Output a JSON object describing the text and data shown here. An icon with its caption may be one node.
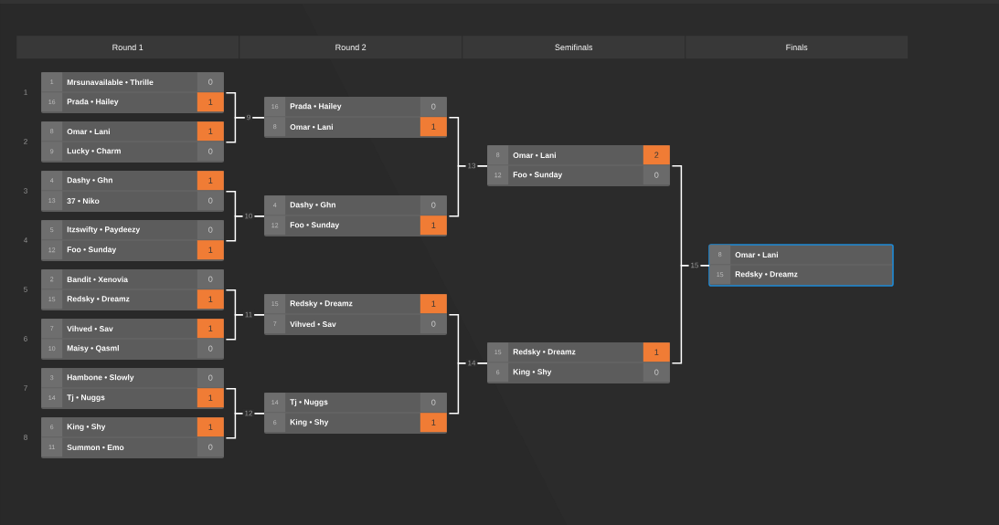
{
  "diagram": {
    "nodes": [
      {
        "text": [
          "Round 1"
        ]
      },
      {
        "text": [
          "Round 2"
        ]
      },
      {
        "text": [
          "Semifinals"
        ]
      },
      {
        "text": [
          "Finals"
        ]
      },
      {
        "text": [],
        "shape": "box",
        "beside": [
          "1"
        ]
      },
      {
        "text": [
          "1",
          "Mrsunavailable • Thrille",
          "0"
        ],
        "in": 4
      },
      {
        "text": [
          "16",
          "Prada • Hailey",
          "1"
        ],
        "in": 4
      },
      {
        "text": [],
        "shape": "box",
        "beside": [
          "2"
        ]
      },
      {
        "text": [
          "8",
          "Omar • Lani",
          "1"
        ],
        "in": 7
      },
      {
        "text": [
          "9",
          "Lucky • Charm",
          "0"
        ],
        "in": 7
      },
      {
        "text": [],
        "shape": "box",
        "beside": [
          "3"
        ]
      },
      {
        "text": [
          "4",
          "Dashy • Ghn",
          "1"
        ],
        "in": 10
      },
      {
        "text": [
          "13",
          "37 • Niko",
          "0"
        ],
        "in": 10
      },
      {
        "text": [],
        "shape": "box",
        "beside": [
          "4"
        ]
      },
      {
        "text": [
          "5",
          "Itzswifty • Paydeezy",
          "0"
        ],
        "in": 13
      },
      {
        "text": [
          "12",
          "Foo • Sunday",
          "1"
        ],
        "in": 13
      },
      {
        "text": [],
        "shape": "box",
        "beside": [
          "5"
        ]
      },
      {
        "text": [
          "2",
          "Bandit • Xenovia",
          "0"
        ],
        "in": 16
      },
      {
        "text": [
          "15",
          "Redsky • Dreamz",
          "1"
        ],
        "in": 16
      },
      {
        "text": [],
        "shape": "box",
        "beside": [
          "6"
        ]
      },
      {
        "text": [
          "7",
          "Vihved • Sav",
          "1"
        ],
        "in": 19
      },
      {
        "text": [
          "10",
          "Maisy • Qasml",
          "0"
        ],
        "in": 19
      },
      {
        "text": [],
        "shape": "box",
        "beside": [
          "7"
        ]
      },
      {
        "text": [
          "3",
          "Hambone • Slowly",
          "0"
        ],
        "in": 22
      },
      {
        "text": [
          "14",
          "Tj • Nuggs",
          "1"
        ],
        "in": 22
      },
      {
        "text": [],
        "shape": "box",
        "beside": [
          "8"
        ]
      },
      {
        "text": [
          "6",
          "King • Shy",
          "1"
        ],
        "in": 25
      },
      {
        "text": [
          "11",
          "Summon • Emo",
          "0"
        ],
        "in": 25
      },
      {
        "text": [],
        "shape": "box"
      },
      {
        "text": [
          "16",
          "Prada • Hailey",
          "0"
        ],
        "in": 28
      },
      {
        "text": [
          "8",
          "Omar • Lani",
          "1"
        ],
        "in": 28
      },
      {
        "text": [],
        "shape": "box"
      },
      {
        "text": [
          "4",
          "Dashy • Ghn",
          "0"
        ],
        "in": 31
      },
      {
        "text": [
          "12",
          "Foo • Sunday",
          "1"
        ],
        "in": 31
      },
      {
        "text": [],
        "shape": "box"
      },
      {
        "text": [
          "15",
          "Redsky • Dreamz",
          "1"
        ],
        "in": 34
      },
      {
        "text": [
          "7",
          "Vihved • Sav",
          "0"
        ],
        "in": 34
      },
      {
        "text": [],
        "shape": "box"
      },
      {
        "text": [
          "14",
          "Tj • Nuggs",
          "0"
        ],
        "in": 37
      },
      {
        "text": [
          "6",
          "King • Shy",
          "1"
        ],
        "in": 37
      },
      {
        "text": [],
        "shape": "box"
      },
      {
        "text": [
          "8",
          "Omar • Lani",
          "2"
        ],
        "in": 40
      },
      {
        "text": [
          "12",
          "Foo • Sunday",
          "0"
        ],
        "in": 40
      },
      {
        "text": [],
        "shape": "box"
      },
      {
        "text": [
          "15",
          "Redsky • Dreamz",
          "1"
        ],
        "in": 43
      },
      {
        "text": [
          "6",
          "King • Shy",
          "0"
        ],
        "in": 43
      },
      {
        "text": [],
        "shape": "box"
      },
      {
        "text": [
          "8",
          "Omar • Lani"
        ],
        "in": 46
      },
      {
        "text": [
          "15",
          "Redsky • Dreamz"
        ],
        "in": 46
      }
    ],
    "edges": [
      {
        "from": 4,
        "to": 28,
        "arrow": "none",
        "label": "9"
      },
      {
        "from": 7,
        "to": 28,
        "arrow": "none"
      },
      {
        "from": 10,
        "to": 31,
        "arrow": "none",
        "label": "10"
      },
      {
        "from": 13,
        "to": 31,
        "arrow": "none"
      },
      {
        "from": 16,
        "to": 34,
        "arrow": "none",
        "label": "11"
      },
      {
        "from": 19,
        "to": 34,
        "arrow": "none"
      },
      {
        "from": 22,
        "to": 37,
        "arrow": "none",
        "label": "12"
      },
      {
        "from": 25,
        "to": 37,
        "arrow": "none"
      },
      {
        "from": 28,
        "to": 40,
        "arrow": "none",
        "label": "13"
      },
      {
        "from": 31,
        "to": 40,
        "arrow": "none"
      },
      {
        "from": 34,
        "to": 43,
        "arrow": "none",
        "label": "14"
      },
      {
        "from": 37,
        "to": 43,
        "arrow": "none"
      },
      {
        "from": 40,
        "to": 46,
        "arrow": "none",
        "label": "15"
      },
      {
        "from": 43,
        "to": 46,
        "arrow": "none"
      }
    ]
  }
}
